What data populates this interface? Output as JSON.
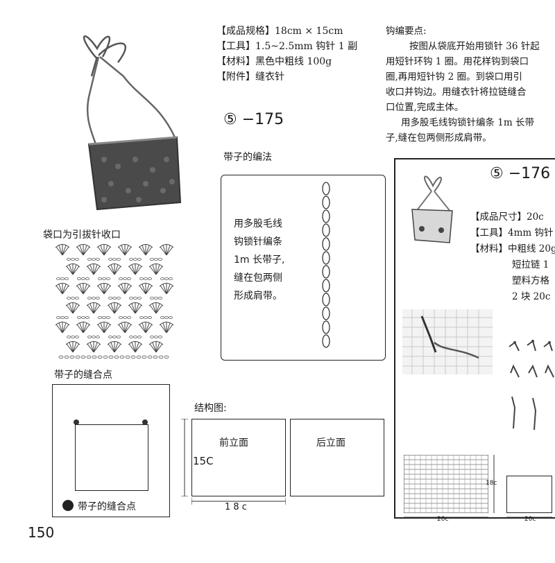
{
  "left_specs": [
    "【成品规格】18cm × 15cm",
    "【工具】1.5~2.5mm 钩针 1 副",
    "【材料】黑色中粗线 100g",
    "【附件】缝衣针"
  ],
  "pattern_number": "⑤ −175",
  "strap_method": {
    "title": "带子的编法",
    "text_lines": [
      "用多股毛线",
      "钩锁针编条",
      "1m 长带子,",
      "缝在包两侧",
      "形成肩带。"
    ]
  },
  "bag_opening_label": "袋口为引拔针收口",
  "strap_sew_points": {
    "title": "带子的缝合点",
    "legend": "带子的缝合点"
  },
  "structure": {
    "title": "结构图:",
    "front_label": "前立面",
    "back_label": "后立面",
    "height_label": "15C",
    "width_label": "1 8 c"
  },
  "key_points": {
    "title": "钩编要点:",
    "lines": [
      "按图从袋底开始用锁针 36 针起",
      "用短针环钩 1 圈。用花样钩到袋口",
      "圈,再用短针钩 2 圈。到袋口用引",
      "收口并钩边。用缝衣针将拉链缝合",
      "口位置,完成主体。",
      "用多股毛线钩锁针编条 1m 长带",
      "子,缝在包两侧形成肩带。"
    ]
  },
  "next_pattern": {
    "number": "⑤ −176",
    "specs": [
      "【成品尺寸】20c",
      "【工具】4mm 钩针",
      "【材料】中粗线 20g",
      "短拉链 1",
      "塑料方格",
      "2 块 20c ×"
    ],
    "dim_height": "18c",
    "dim_width": "20c",
    "dim_width2": "20c"
  },
  "page_number": "150"
}
